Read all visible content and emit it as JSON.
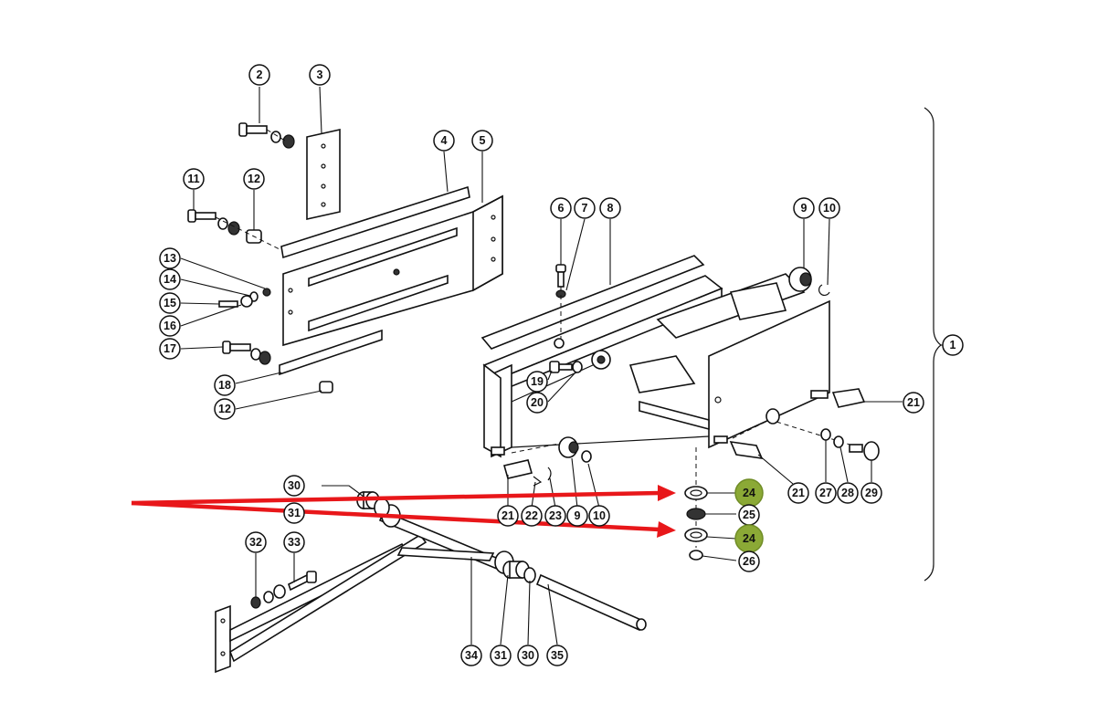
{
  "diagram": {
    "callouts": [
      {
        "id": "c2",
        "label": "2"
      },
      {
        "id": "c3",
        "label": "3"
      },
      {
        "id": "c4",
        "label": "4"
      },
      {
        "id": "c5",
        "label": "5"
      },
      {
        "id": "c11",
        "label": "11"
      },
      {
        "id": "c12a",
        "label": "12"
      },
      {
        "id": "c13",
        "label": "13"
      },
      {
        "id": "c14",
        "label": "14"
      },
      {
        "id": "c15",
        "label": "15"
      },
      {
        "id": "c16",
        "label": "16"
      },
      {
        "id": "c17",
        "label": "17"
      },
      {
        "id": "c18",
        "label": "18"
      },
      {
        "id": "c12b",
        "label": "12"
      },
      {
        "id": "c6",
        "label": "6"
      },
      {
        "id": "c7",
        "label": "7"
      },
      {
        "id": "c8",
        "label": "8"
      },
      {
        "id": "c9a",
        "label": "9"
      },
      {
        "id": "c10a",
        "label": "10"
      },
      {
        "id": "c1",
        "label": "1"
      },
      {
        "id": "c19",
        "label": "19"
      },
      {
        "id": "c20",
        "label": "20"
      },
      {
        "id": "c21a",
        "label": "21"
      },
      {
        "id": "c21b",
        "label": "21"
      },
      {
        "id": "c22",
        "label": "22"
      },
      {
        "id": "c23",
        "label": "23"
      },
      {
        "id": "c9b",
        "label": "9"
      },
      {
        "id": "c10b",
        "label": "10"
      },
      {
        "id": "c24a",
        "label": "24",
        "highlight": true
      },
      {
        "id": "c25",
        "label": "25"
      },
      {
        "id": "c24b",
        "label": "24",
        "highlight": true
      },
      {
        "id": "c26",
        "label": "26"
      },
      {
        "id": "c27",
        "label": "27"
      },
      {
        "id": "c28",
        "label": "28"
      },
      {
        "id": "c29",
        "label": "29"
      },
      {
        "id": "c21c",
        "label": "21"
      },
      {
        "id": "c30a",
        "label": "30"
      },
      {
        "id": "c31a",
        "label": "31"
      },
      {
        "id": "c32",
        "label": "32"
      },
      {
        "id": "c33",
        "label": "33"
      },
      {
        "id": "c34",
        "label": "34"
      },
      {
        "id": "c31b",
        "label": "31"
      },
      {
        "id": "c30b",
        "label": "30"
      },
      {
        "id": "c35",
        "label": "35"
      }
    ],
    "highlight_color": "#8ba936",
    "arrow_color": "#e8171a"
  }
}
